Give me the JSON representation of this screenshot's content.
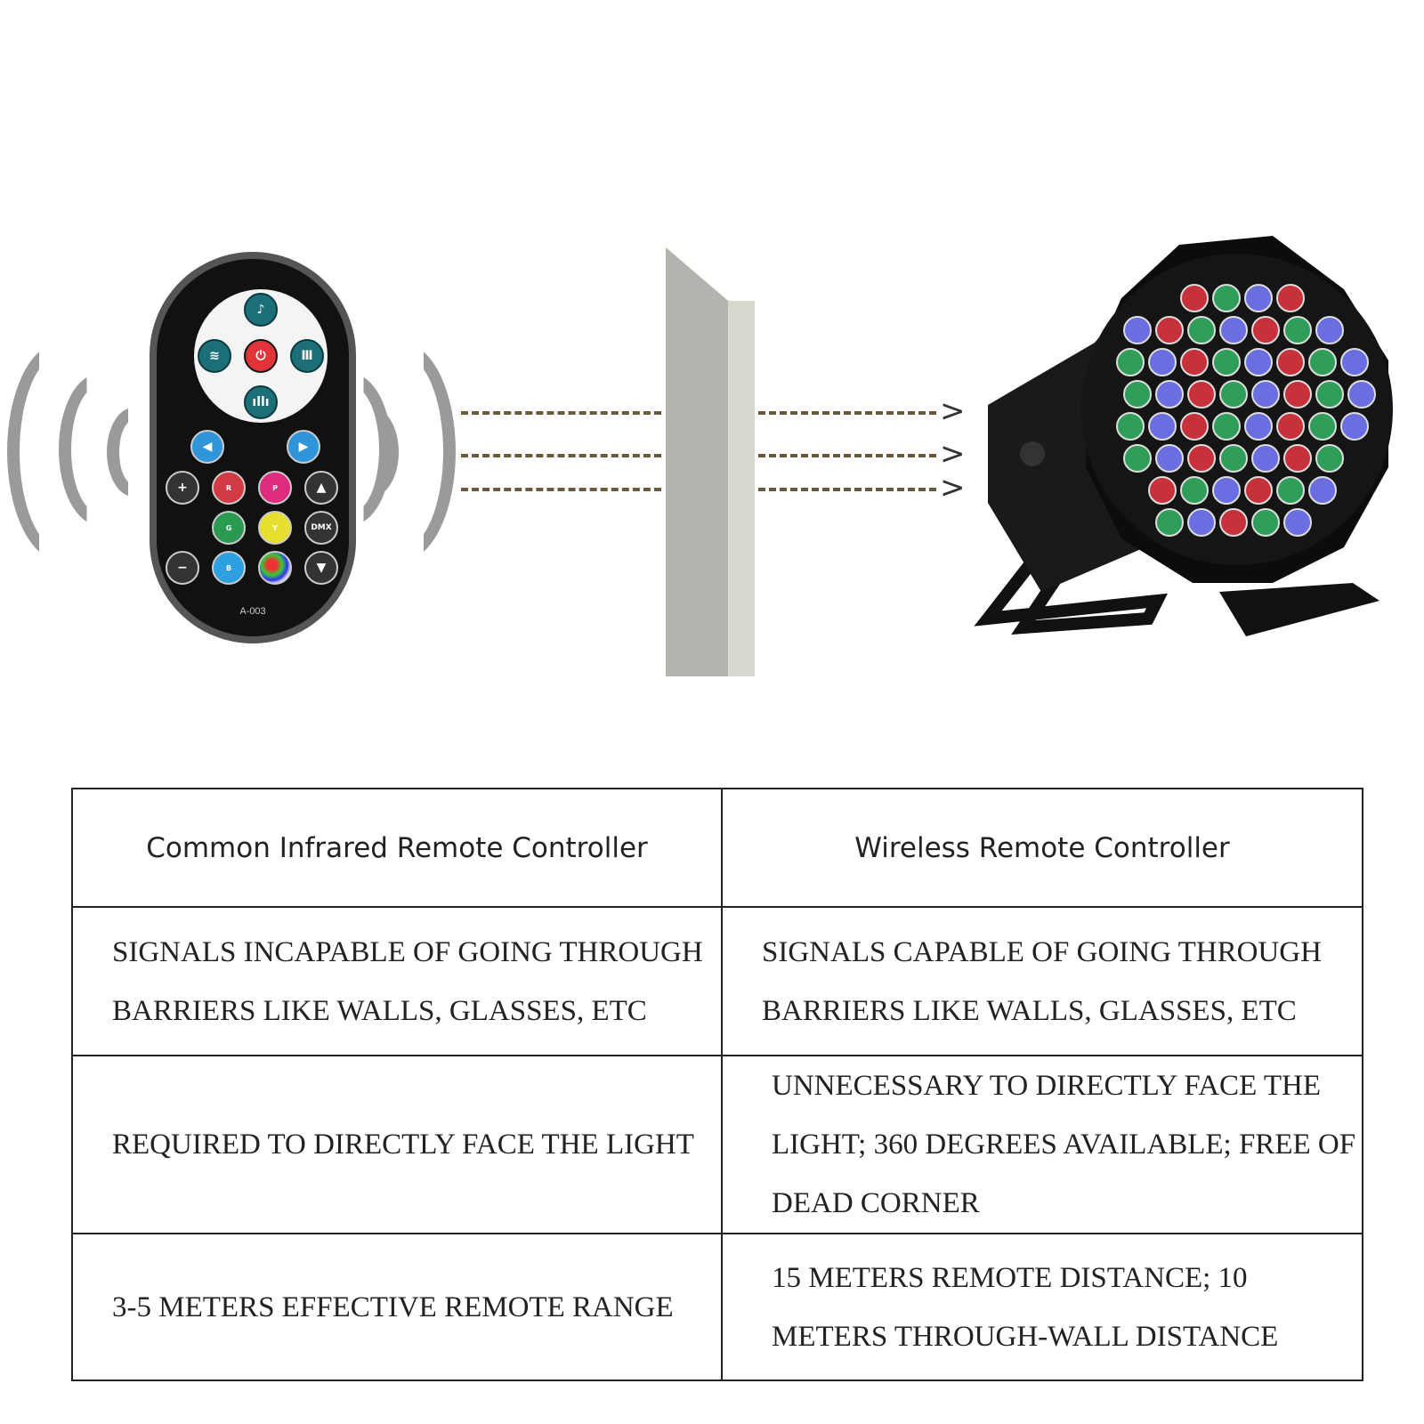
{
  "remote": {
    "model": "A-003",
    "buttons": {
      "plus": "+",
      "minus": "−",
      "r": "R",
      "p": "P",
      "g": "G",
      "y": "Y",
      "b": "B",
      "dmx": "DMX"
    }
  },
  "table": {
    "headers": [
      "Common Infrared Remote Controller",
      "Wireless Remote Controller"
    ],
    "rows": [
      [
        "SIGNALS INCAPABLE OF GOING THROUGH BARRIERS LIKE WALLS, GLASSES, ETC",
        "SIGNALS CAPABLE OF GOING THROUGH BARRIERS LIKE WALLS, GLASSES, ETC"
      ],
      [
        "REQUIRED TO DIRECTLY FACE THE LIGHT",
        "UNNECESSARY TO DIRECTLY FACE THE LIGHT; 360 DEGREES AVAILABLE; FREE OF DEAD CORNER"
      ],
      [
        "3-5 METERS EFFECTIVE REMOTE RANGE",
        "15 METERS REMOTE DISTANCE; 10 METERS THROUGH-WALL DISTANCE"
      ]
    ]
  },
  "colors": {
    "led_red": "#c8303a",
    "led_green": "#2f9e5a",
    "led_blue": "#6a6ee0"
  }
}
